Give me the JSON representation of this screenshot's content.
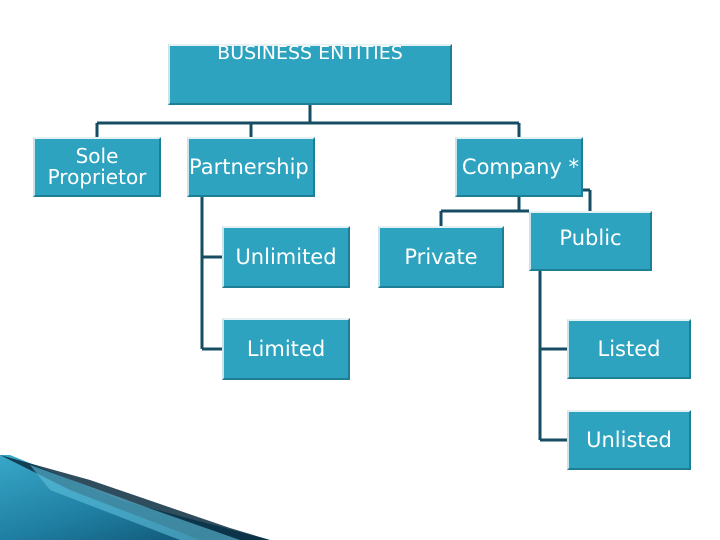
{
  "diagram": {
    "root": "BUSINESS ENTITIES",
    "sole_proprietor": "Sole\nProprietor",
    "partnership": "Partnership",
    "company": "Company *",
    "unlimited": "Unlimited",
    "limited": "Limited",
    "private": "Private",
    "public": "Public",
    "listed": "Listed",
    "unlisted": "Unlisted"
  },
  "colors": {
    "node_fill": "#2da3bf",
    "connector": "#164d63",
    "text": "#ffffff",
    "corner_accent": "#1d6f8f"
  }
}
